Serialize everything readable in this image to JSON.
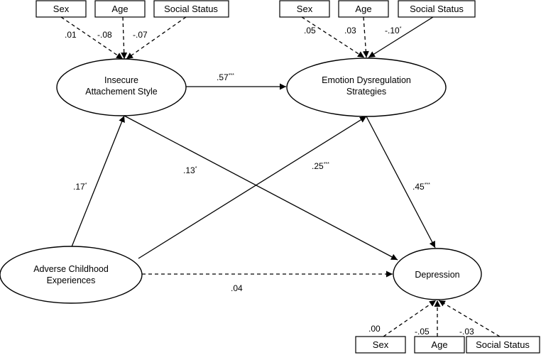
{
  "nodes": {
    "insecure": {
      "line1": "Insecure",
      "line2": "Attachement Style"
    },
    "emotion": {
      "line1": "Emotion Dysregulation",
      "line2": "Strategies"
    },
    "adverse": {
      "line1": "Adverse Childhood",
      "line2": "Experiences"
    },
    "depression": {
      "line1": "Depression"
    }
  },
  "covariates": {
    "insecure": {
      "sex": "Sex",
      "age": "Age",
      "social_status": "Social Status"
    },
    "emotion": {
      "sex": "Sex",
      "age": "Age",
      "social_status": "Social Status"
    },
    "depression": {
      "sex": "Sex",
      "age": "Age",
      "social_status": "Social Status"
    }
  },
  "paths": {
    "insecure_sex": {
      "value": ".01",
      "sig": ""
    },
    "insecure_age": {
      "value": "-.08",
      "sig": ""
    },
    "insecure_social": {
      "value": "-.07",
      "sig": ""
    },
    "emotion_sex": {
      "value": ".05",
      "sig": ""
    },
    "emotion_age": {
      "value": ".03",
      "sig": ""
    },
    "emotion_social": {
      "value": "-.10",
      "sig": "*"
    },
    "depression_sex": {
      "value": ".00",
      "sig": ""
    },
    "depression_age": {
      "value": "-.05",
      "sig": ""
    },
    "depression_social": {
      "value": "-.03",
      "sig": ""
    },
    "insecure_to_emotion": {
      "value": ".57",
      "sig": "***"
    },
    "adverse_to_insecure": {
      "value": ".17",
      "sig": "*"
    },
    "insecure_to_depression": {
      "value": ".13",
      "sig": "*"
    },
    "adverse_to_emotion": {
      "value": ".25",
      "sig": "***"
    },
    "emotion_to_depression": {
      "value": ".45",
      "sig": "***"
    },
    "adverse_to_depression": {
      "value": ".04",
      "sig": ""
    }
  }
}
